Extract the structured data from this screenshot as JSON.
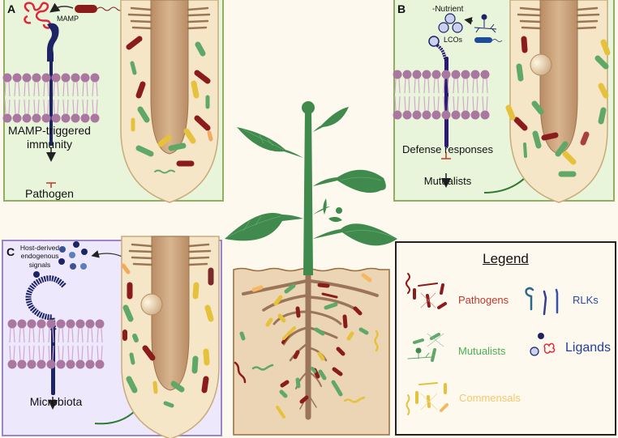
{
  "panel_a": {
    "label": "A",
    "ligand_label": "MAMP",
    "outcome_line1": "MAMP-triggered",
    "outcome_line2": "immunity",
    "target": "Pathogen"
  },
  "panel_b": {
    "label": "B",
    "nutrient_label": "-Nutrient",
    "ligand_label": "LCOs",
    "outcome": "Defense responses",
    "target": "Mutualists"
  },
  "panel_c": {
    "label": "C",
    "signal_line1": "Host-derived",
    "signal_line2": "endogenous",
    "signal_line3": "signals",
    "target": "Microbiota"
  },
  "legend": {
    "title": "Legend",
    "items": [
      {
        "label": "Pathogens",
        "color": "#c0392b"
      },
      {
        "label": "RLKs",
        "color": "#2a4aa0"
      },
      {
        "label": "Mutualists",
        "color": "#4caf50"
      },
      {
        "label": "Ligands",
        "color": "#1f3f9a"
      },
      {
        "label": "Commensals",
        "color": "#f5c86a"
      }
    ]
  },
  "colors": {
    "pathogen": "#8b1c1c",
    "mutualist": "#5fa867",
    "commensal": "#e6c23c",
    "root": "#c49a72",
    "receptor": "#1d2466",
    "membrane": "#a9779f",
    "plant": "#3f8a4c",
    "soil": "#ecd5b4"
  }
}
